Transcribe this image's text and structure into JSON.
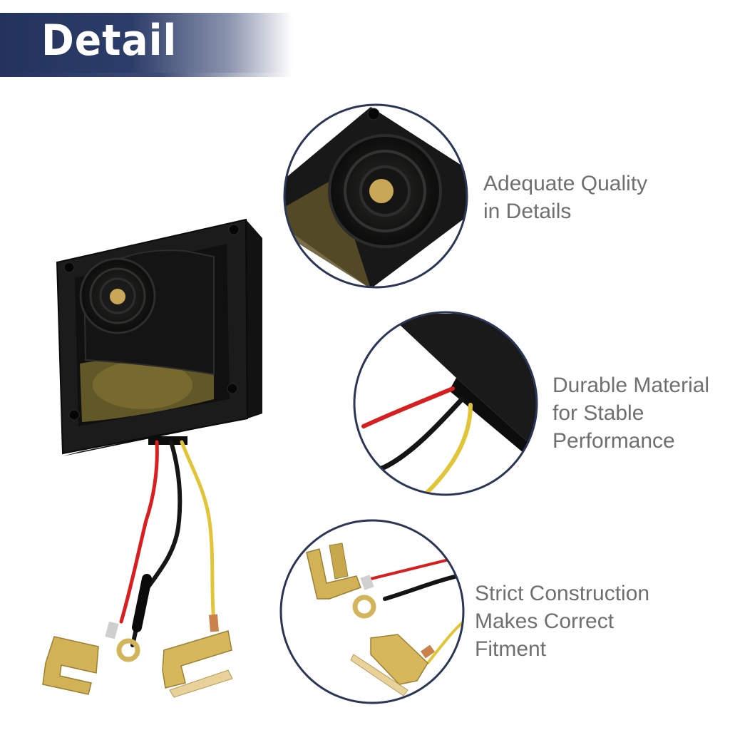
{
  "header": {
    "title": "Detail"
  },
  "callouts": [
    {
      "lines": [
        "Adequate Quality",
        "in Details"
      ]
    },
    {
      "lines": [
        "Durable Material",
        "for Stable",
        "Performance"
      ]
    },
    {
      "lines": [
        "Strict Construction",
        "Makes Correct",
        "Fitment"
      ]
    }
  ],
  "colors": {
    "banner": "#23335e",
    "circle_border": "#2b3656",
    "text": "#6f6f6f",
    "wire_red": "#d81e1e",
    "wire_black": "#161616",
    "wire_yellow": "#e2c537",
    "terminal_gold": "#d8b95a"
  }
}
